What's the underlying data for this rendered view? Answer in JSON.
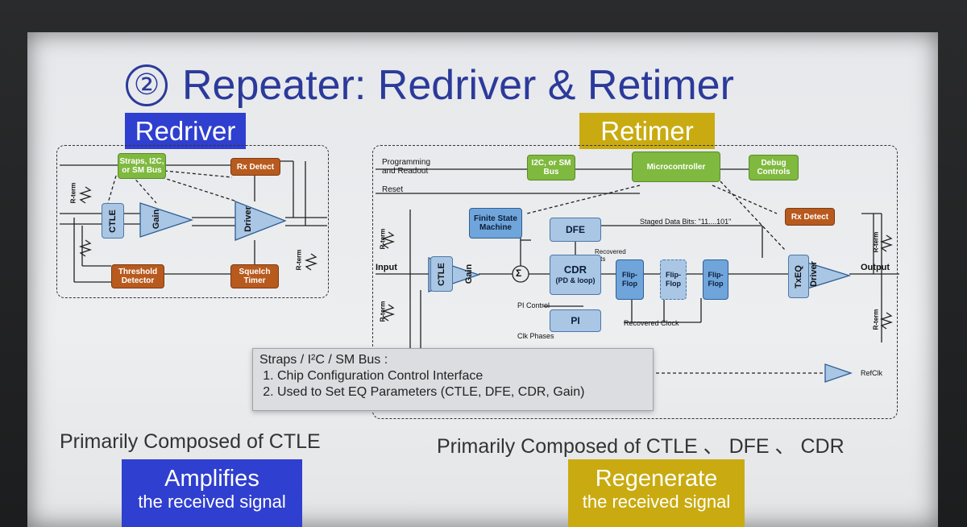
{
  "title": {
    "number": "②",
    "text": "Repeater: Redriver & Retimer"
  },
  "redriver": {
    "tag": "Redriver",
    "blocks": {
      "straps": "Straps, I2C, or SM Bus",
      "rx_detect": "Rx Detect",
      "ctle": "CTLE",
      "gain": "Gain",
      "driver": "Driver",
      "threshold": "Threshold Detector",
      "squelch": "Squelch Timer",
      "rterm": "R-term"
    },
    "caption": "Primarily Composed of CTLE",
    "answer": {
      "big": "Amplifies",
      "small": "the received signal"
    }
  },
  "retimer": {
    "tag": "Retimer",
    "labels": {
      "programming": "Programming and Readout",
      "reset": "Reset",
      "i2c": "I2C, or SM Bus",
      "micro": "Microcontroller",
      "debug": "Debug Controls",
      "fsm": "Finite State Machine",
      "dfe": "DFE",
      "staged": "Staged Data Bits: \"11....101\"",
      "rx_detect": "Rx Detect",
      "recovered_bits": "Recovered Bits",
      "cdr": "CDR",
      "cdr_sub": "(PD & loop)",
      "flipflop": "Flip-Flop",
      "txeq": "TxEQ",
      "driver": "Driver",
      "input": "Input",
      "output": "Output",
      "ctle": "CTLE",
      "gain": "Gain",
      "pi_control": "PI Control",
      "pi": "PI",
      "recovered_clock": "Recovered Clock",
      "clk_phases": "Clk Phases",
      "refclk": "RefClk",
      "rterm": "R-term",
      "sigma": "Σ"
    },
    "caption": "Primarily Composed of CTLE 、 DFE 、 CDR",
    "answer": {
      "big": "Regenerate",
      "small": "the received signal"
    }
  },
  "popup": {
    "heading": "Straps / I²C / SM Bus :",
    "items": [
      "Chip Configuration Control Interface",
      "Used to Set EQ Parameters (CTLE, DFE, CDR, Gain)"
    ]
  }
}
